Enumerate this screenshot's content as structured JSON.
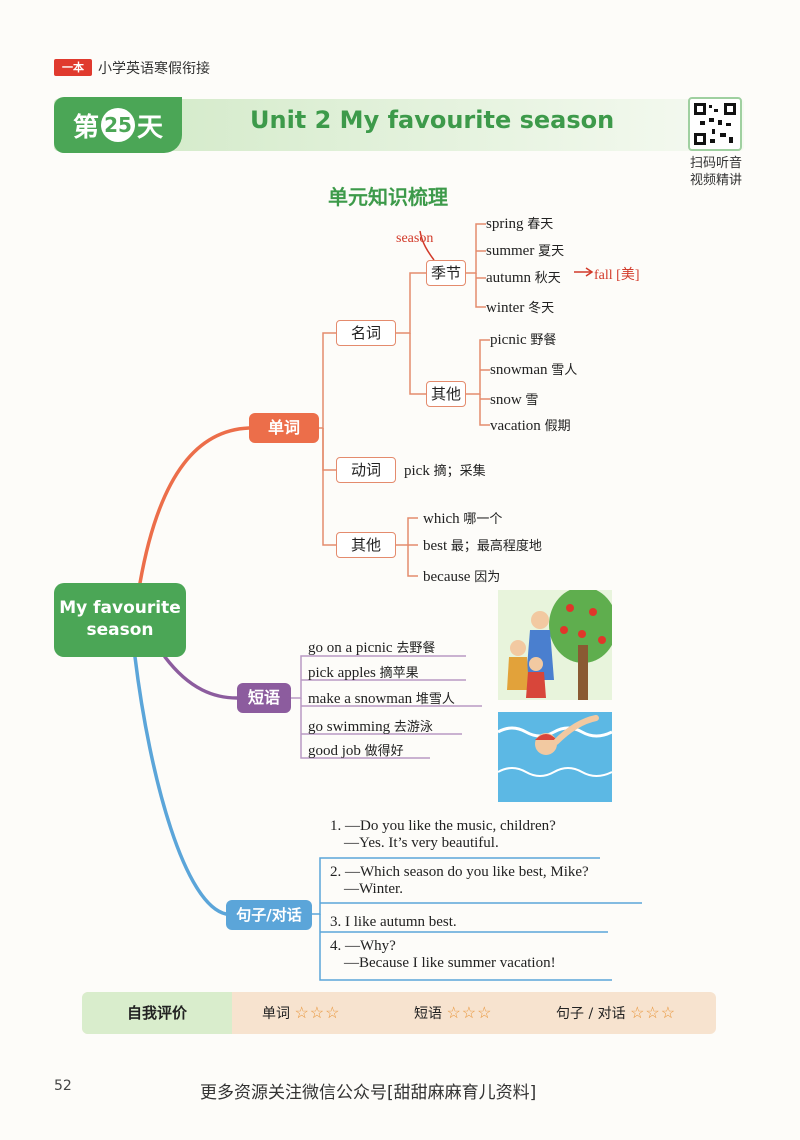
{
  "header": {
    "brand": "一本",
    "series": "小学英语寒假衔接"
  },
  "title": {
    "day_prefix": "第",
    "day_number": "25",
    "day_suffix": "天",
    "unit": "Unit 2 My favourite season",
    "qr_label_1": "扫码听音",
    "qr_label_2": "视频精讲"
  },
  "section_title": "单元知识梳理",
  "mindmap": {
    "root_line1": "My favourite",
    "root_line2": "season",
    "words": {
      "label": "单词",
      "nouns": {
        "label": "名词",
        "season": {
          "label": "季节",
          "annotation": "season",
          "items": [
            {
              "en": "spring",
              "cn": "春天"
            },
            {
              "en": "summer",
              "cn": "夏天"
            },
            {
              "en": "autumn",
              "cn": "秋天"
            },
            {
              "en": "winter",
              "cn": "冬天"
            }
          ],
          "autumn_note": "fall [美]"
        },
        "other": {
          "label": "其他",
          "items": [
            {
              "en": "picnic",
              "cn": "野餐"
            },
            {
              "en": "snowman",
              "cn": "雪人"
            },
            {
              "en": "snow",
              "cn": "雪"
            },
            {
              "en": "vacation",
              "cn": "假期"
            }
          ]
        }
      },
      "verbs": {
        "label": "动词",
        "item": {
          "en": "pick",
          "cn": "摘；采集"
        }
      },
      "others": {
        "label": "其他",
        "items": [
          {
            "en": "which",
            "cn": "哪一个"
          },
          {
            "en": "best",
            "cn": "最；最高程度地"
          },
          {
            "en": "because",
            "cn": "因为"
          }
        ]
      }
    },
    "phrases": {
      "label": "短语",
      "items": [
        {
          "en": "go on a picnic",
          "cn": "去野餐"
        },
        {
          "en": "pick apples",
          "cn": "摘苹果"
        },
        {
          "en": "make a snowman",
          "cn": "堆雪人"
        },
        {
          "en": "go swimming",
          "cn": "去游泳"
        },
        {
          "en": "good job",
          "cn": "做得好"
        }
      ]
    },
    "sentences": {
      "label": "句子/对话",
      "items": [
        {
          "line1": "1. —Do you like the music, children?",
          "line2": "—Yes. It’s very beautiful."
        },
        {
          "line1": "2. —Which season do you like best, Mike?",
          "line2": "—Winter."
        },
        {
          "line1": "3. I like autumn best.",
          "line2": ""
        },
        {
          "line1": "4. —Why?",
          "line2": "—Because I like summer vacation!"
        }
      ]
    }
  },
  "self_evaluation": {
    "title": "自我评价",
    "cells": [
      {
        "label": "单词",
        "stars": "☆☆☆"
      },
      {
        "label": "短语",
        "stars": "☆☆☆"
      },
      {
        "label": "句子 / 对话",
        "stars": "☆☆☆"
      }
    ]
  },
  "footer": {
    "page_number": "52",
    "note": "更多资源关注微信公众号[甜甜麻麻育儿资料]"
  },
  "colors": {
    "green": "#4ba656",
    "orange": "#ec6e4a",
    "purple": "#8c5c9e",
    "blue": "#5ba5d9",
    "red_note": "#d23a2a"
  }
}
